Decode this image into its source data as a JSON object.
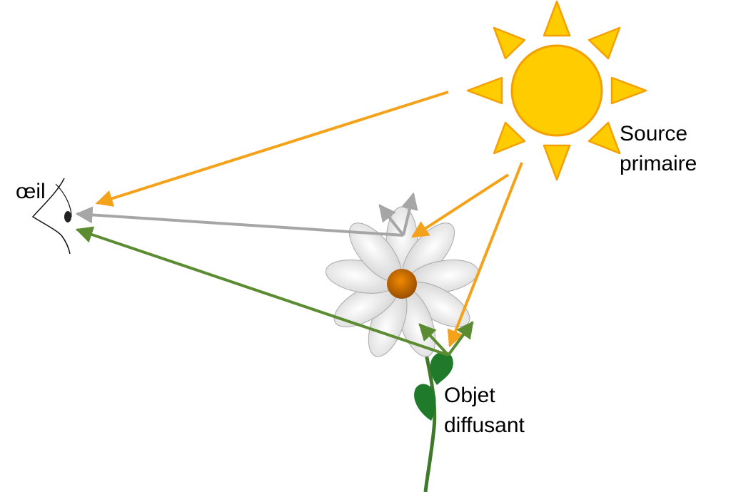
{
  "labels": {
    "eye": "œil",
    "source_line1": "Source",
    "source_line2": "primaire",
    "object_line1": "Objet",
    "object_line2": "diffusant"
  },
  "colors": {
    "sun_fill": "#FFCC00",
    "sun_stroke": "#F5A000",
    "ray_orange": "#F5A21B",
    "ray_gray": "#A6A6A6",
    "ray_green": "#5B8C32",
    "stem_green": "#3F7A2A",
    "leaf_green": "#1F7A2A",
    "petal_fill": "#EEEEEE",
    "petal_stroke": "#AAAAAA",
    "flower_center": "#C76A00",
    "eye_pupil": "#222222"
  },
  "icons": {
    "sun": "sun-icon",
    "eye": "eye-icon",
    "flower": "daisy-flower"
  }
}
